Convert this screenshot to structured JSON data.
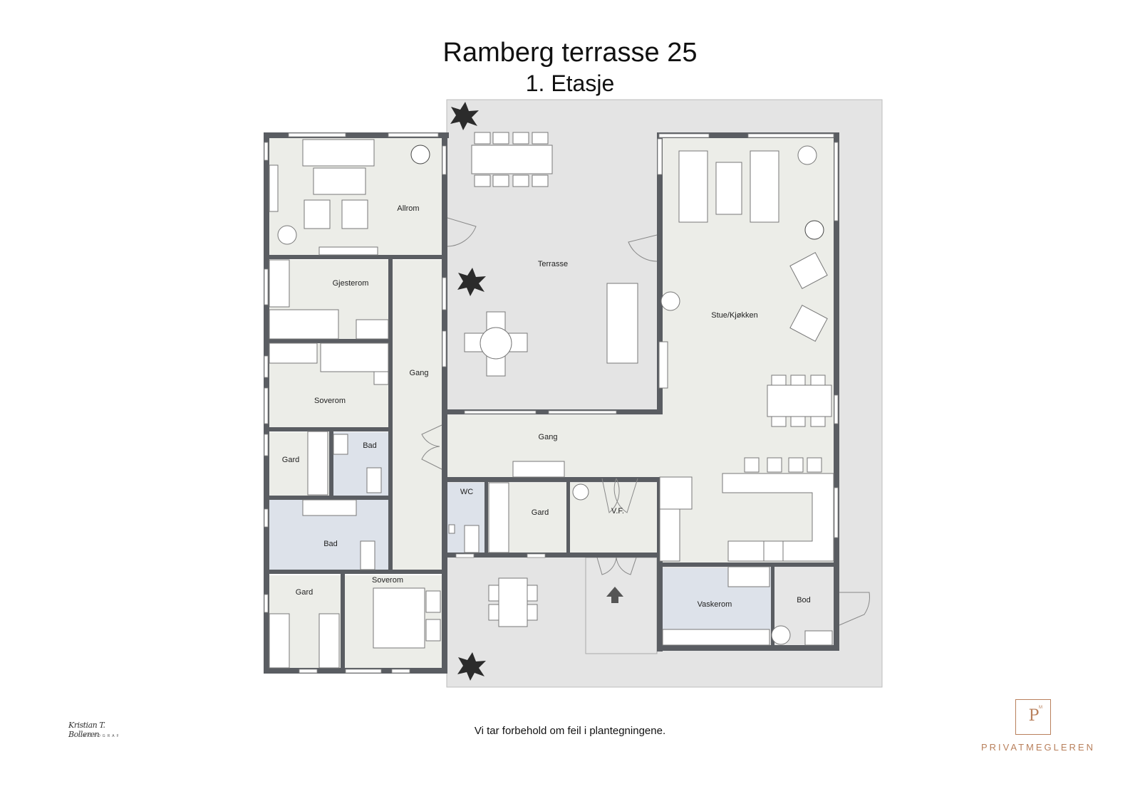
{
  "header": {
    "title": "Ramberg terrasse 25",
    "subtitle": "1. Etasje"
  },
  "rooms": {
    "allrom": "Allrom",
    "gjesterom": "Gjesterom",
    "soverom_1": "Soverom",
    "gang_west": "Gang",
    "gard_1": "Gard",
    "bad_1": "Bad",
    "bad_2": "Bad",
    "gard_2": "Gard",
    "soverom_2": "Soverom",
    "terrasse": "Terrasse",
    "gang_central": "Gang",
    "wc": "WC",
    "gard_3": "Gard",
    "vf": "V.F.",
    "stue_kjokken": "Stue/Kjøkken",
    "vaskerom": "Vaskerom",
    "bod": "Bod"
  },
  "icons": {
    "entrance": "entrance-arrow-icon",
    "plant": "plant-icon",
    "stairs": "stairs-icon"
  },
  "colors": {
    "wall": "#5a5d62",
    "floor": "#ecede8",
    "wet_room": "#dde2ea",
    "outdoor": "#e4e4e4",
    "brand": "#b9805c"
  },
  "footer": {
    "disclaimer": "Vi tar forbehold om feil i plantegningene.",
    "photographer_signature": "Kristian T. Bolleren",
    "photographer_sub": "FOTOGRAF",
    "brand_letter": "P",
    "brand_mark": "M",
    "brand_name": "PRIVATMEGLEREN"
  }
}
